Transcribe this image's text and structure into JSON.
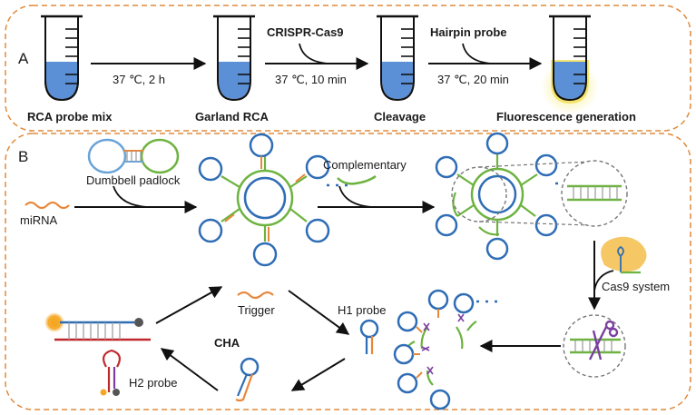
{
  "panel_a": {
    "letter": "A",
    "steps": [
      {
        "caption": "RCA probe mix"
      },
      {
        "caption": "Garland RCA"
      },
      {
        "caption": "Cleavage"
      },
      {
        "caption": "Fluorescence generation"
      }
    ],
    "arrows": [
      {
        "reagent": "",
        "condition": "37 ℃, 2 h"
      },
      {
        "reagent": "CRISPR-Cas9",
        "condition": "37 ℃, 10 min"
      },
      {
        "reagent": "Hairpin probe",
        "condition": "37 ℃, 20 min"
      }
    ]
  },
  "panel_b": {
    "letter": "B",
    "labels": {
      "mirna": "miRNA",
      "dumbbell": "Dumbbell padlock",
      "complementary": "Complementary",
      "cas9": "Cas9 system",
      "trigger": "Trigger",
      "h1": "H1 probe",
      "cha": "CHA",
      "h2": "H2 probe"
    }
  },
  "colors": {
    "frame": "#e08a3c",
    "liquid": "#5b8fd6",
    "blue_dna": "#2f6db5",
    "green_dna": "#6db33f",
    "orange_dna": "#e8873a",
    "red_dna": "#c0282d",
    "purple": "#7b3fa0",
    "glow": "#f2e15a"
  }
}
